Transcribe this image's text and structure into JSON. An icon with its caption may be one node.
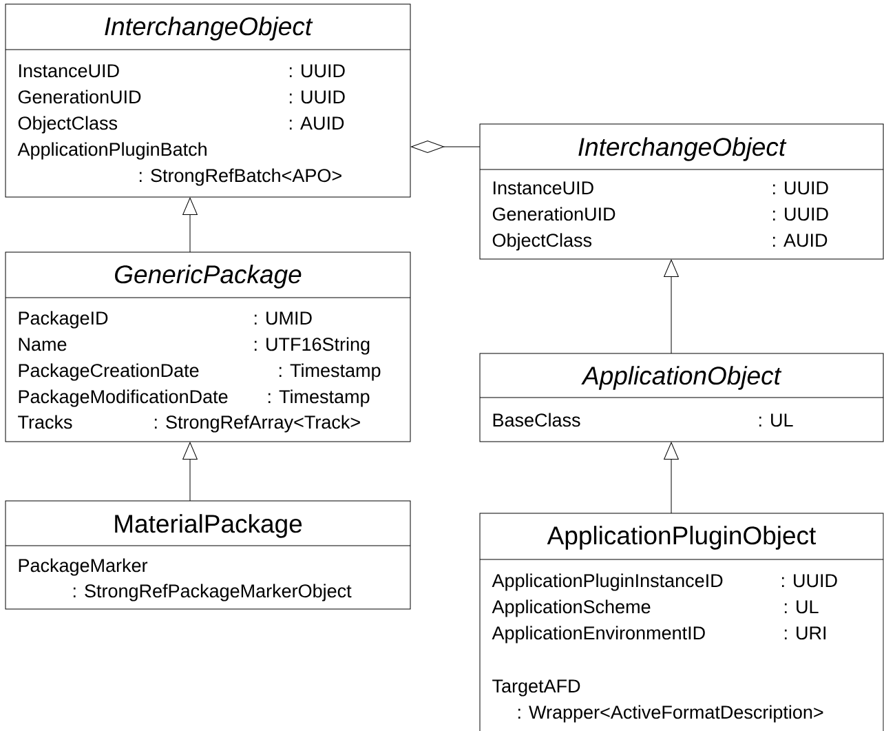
{
  "diagram": {
    "nodes": [
      {
        "text": [
          "InterchangeObject",
          "InstanceUID",
          ": UUID",
          "GenerationUID",
          ": UUID",
          "ObjectClass",
          ": AUID",
          "ApplicationPluginBatch",
          ": StrongRefBatch<APO>"
        ]
      },
      {
        "text": [
          "InterchangeObject",
          "InstanceUID",
          ": UUID",
          "GenerationUID",
          ": UUID",
          "ObjectClass",
          ": AUID"
        ]
      },
      {
        "text": [
          "GenericPackage",
          "PackageID",
          ": UMID",
          "Name",
          ": UTF16String",
          "PackageCreationDate",
          ": Timestamp",
          "PackageModificationDate",
          ": Timestamp",
          "Tracks",
          ": StrongRefArray<Track>"
        ]
      },
      {
        "text": [
          "MaterialPackage",
          "PackageMarker",
          ": StrongRefPackageMarkerObject"
        ]
      },
      {
        "text": [
          "ApplicationObject",
          "BaseClass",
          ": UL"
        ]
      },
      {
        "text": [
          "ApplicationPluginObject",
          "ApplicationPluginInstanceID",
          ": UUID",
          "ApplicationScheme",
          ": UL",
          "ApplicationEnvironmentID",
          ": URI",
          "TargetAFD",
          ": Wrapper<ActiveFormatDescription>"
        ]
      }
    ],
    "edges": [
      {
        "from": 1,
        "to": 0,
        "arrow": "other"
      },
      {
        "from": 2,
        "to": 0,
        "arrow": "to"
      },
      {
        "from": 3,
        "to": 2,
        "arrow": "to"
      },
      {
        "from": 4,
        "to": 1,
        "arrow": "to"
      },
      {
        "from": 5,
        "to": 4,
        "arrow": "to"
      }
    ]
  }
}
